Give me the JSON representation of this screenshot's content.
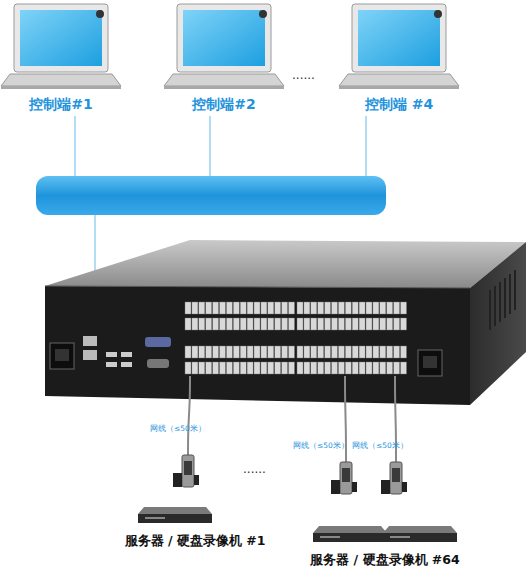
{
  "diagram": {
    "nodes": [
      {
        "text": [
          "控制端#1"
        ]
      },
      {
        "text": [
          "控制端#2"
        ]
      },
      {
        "text": [
          "控制端 #4"
        ]
      },
      {
        "text": [
          "服务器 / 硬盘录像机 #1"
        ]
      },
      {
        "text": [
          "服务器 / 硬盘录像机 #64"
        ]
      }
    ],
    "labels": [
      "......",
      "网线（≤50米）",
      "网线（≤50米）",
      "网线（≤50米）",
      "......"
    ]
  }
}
